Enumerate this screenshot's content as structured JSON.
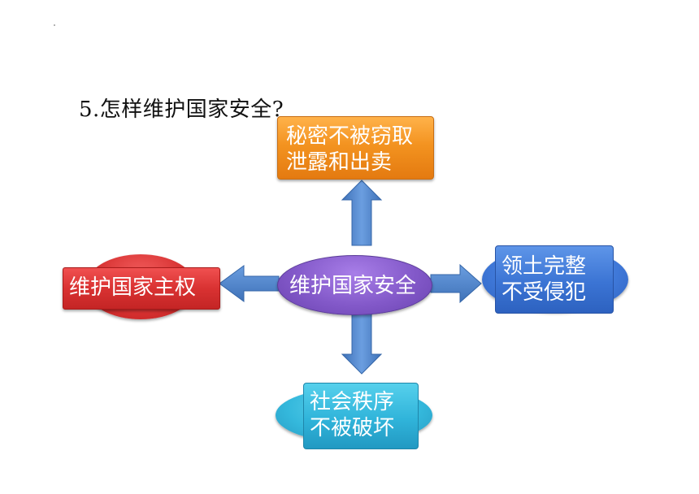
{
  "question": "5.怎样维护国家安全?",
  "center": {
    "label": "维护国家安全"
  },
  "top": {
    "line1": "秘密不被窃取",
    "line2": "泄露和出卖"
  },
  "left": {
    "label": "维护国家主权"
  },
  "right": {
    "line1": "领土完整",
    "line2": "不受侵犯"
  },
  "bottom": {
    "line1": "社会秩序",
    "line2": "不被破坏"
  },
  "colors": {
    "arrow": "#4f86cc",
    "top": "#f39320",
    "center": "#8359c9",
    "left": "#d93232",
    "right": "#3b74d4",
    "bottom": "#30b4da"
  }
}
